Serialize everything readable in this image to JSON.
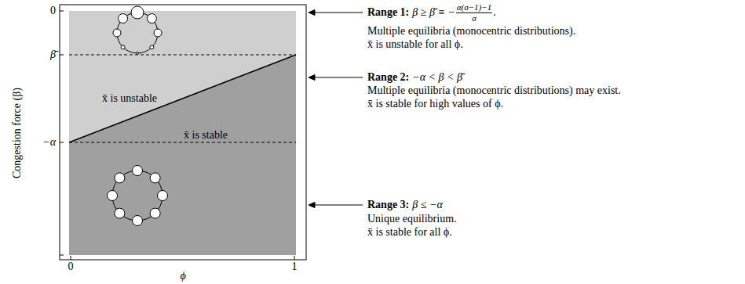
{
  "diagram": {
    "nodes": [
      {
        "text": [
          "x̄ is unstable"
        ]
      },
      {
        "text": [
          "x̄ is stable"
        ]
      }
    ],
    "labels": [
      "0",
      "β̄",
      "−α",
      "Congestion force (β)",
      "0",
      "1",
      "ϕ",
      "Range 1:",
      "β ≥ β̄ ≡ −",
      "α(σ−1)−1",
      "σ",
      ".",
      "Multiple equilibria (monocentric distributions).",
      "x̄ is unstable for all ϕ.",
      "Range 2:",
      "−α < β < β̄",
      "Multiple equilibria (monocentric distributions) may exist.",
      "x̄ is stable for high values of ϕ.",
      "Range 3:",
      "β ≤ −α",
      "Unique equilibrium.",
      "x̄ is stable for all ϕ."
    ]
  }
}
